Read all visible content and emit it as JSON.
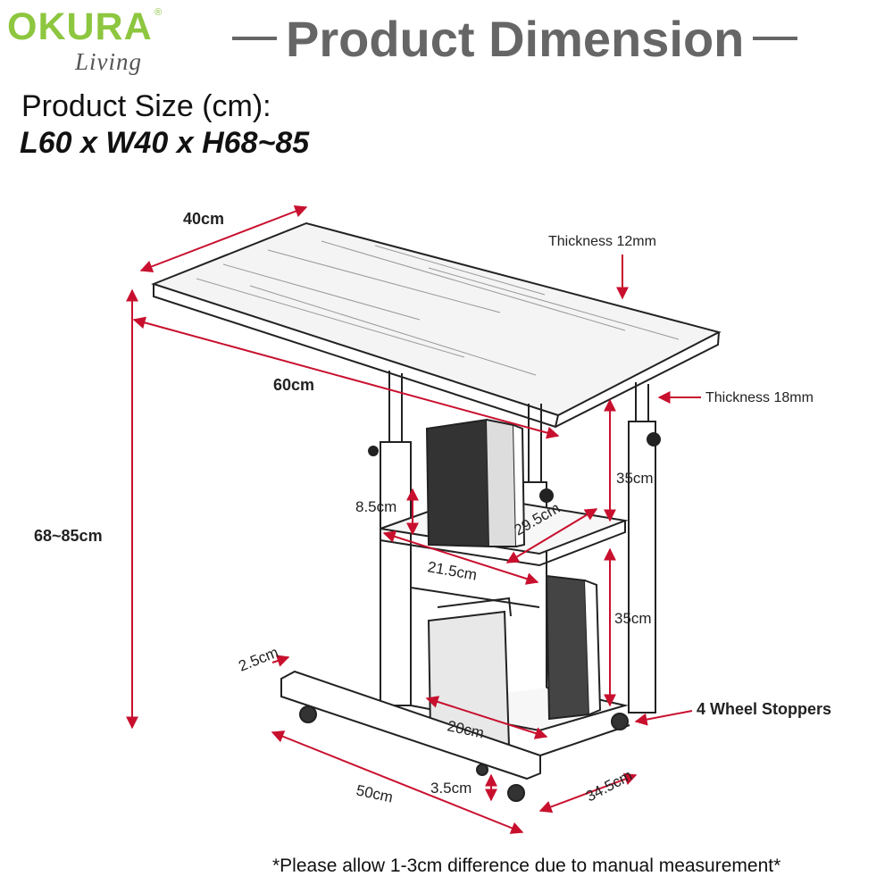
{
  "logo": {
    "brand": "OKURA",
    "registered": "®",
    "sub": "Living"
  },
  "header": {
    "title": "Product Dimension"
  },
  "product": {
    "size_label": "Product Size (cm):",
    "size_value": "L60 x W40 x H68~85"
  },
  "dimensions": {
    "width_top": "40cm",
    "length_top": "60cm",
    "height_total": "68~85cm",
    "thickness_top": "Thickness 12mm",
    "thickness_frame": "Thickness 18mm",
    "shelf_gap_upper": "35cm",
    "shelf_gap_lower": "35cm",
    "shelf_height": "8.5cm",
    "shelf_depth": "29.5cm",
    "shelf_width": "21.5cm",
    "base_thickness": "2.5cm",
    "lower_width": "20cm",
    "base_length": "50cm",
    "base_height": "3.5cm",
    "base_depth": "34.5cm",
    "wheels": "4 Wheel Stoppers"
  },
  "colors": {
    "brand_green": "#8dc63f",
    "title_gray": "#666666",
    "arrow_red": "#c8102e"
  },
  "footnote": "*Please allow 1-3cm difference due to manual measurement*"
}
